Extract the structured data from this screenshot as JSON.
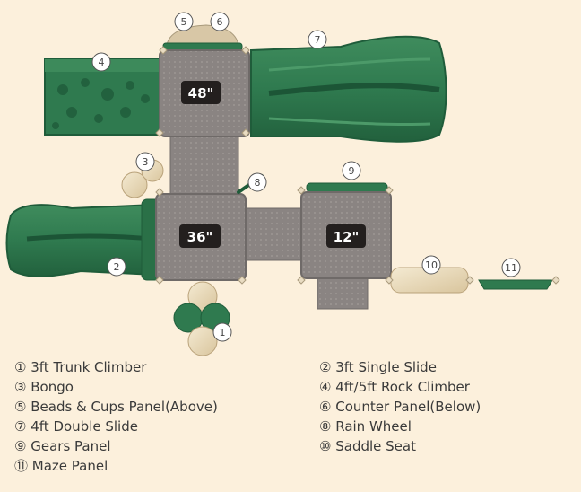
{
  "decks": [
    {
      "label": "48\""
    },
    {
      "label": "36\""
    },
    {
      "label": "12\""
    }
  ],
  "callouts": [
    "1",
    "2",
    "3",
    "4",
    "5",
    "6",
    "7",
    "8",
    "9",
    "10",
    "11"
  ],
  "legend": {
    "items": [
      {
        "mark": "①",
        "text": "3ft Trunk Climber"
      },
      {
        "mark": "②",
        "text": "3ft Single Slide"
      },
      {
        "mark": "③",
        "text": "Bongo"
      },
      {
        "mark": "④",
        "text": "4ft/5ft Rock Climber"
      },
      {
        "mark": "⑤",
        "text": "Beads & Cups Panel(Above)"
      },
      {
        "mark": "⑥",
        "text": "Counter Panel(Below)"
      },
      {
        "mark": "⑦",
        "text": "4ft Double Slide"
      },
      {
        "mark": "⑧",
        "text": "Rain Wheel"
      },
      {
        "mark": "⑨",
        "text": "Gears Panel"
      },
      {
        "mark": "⑩",
        "text": "Saddle Seat"
      },
      {
        "mark": "⑪",
        "text": "Maze Panel"
      }
    ]
  },
  "colors": {
    "background": "#fcf0dc",
    "deck": "#8a8482",
    "slide_green": "#2f7a4f",
    "slide_dark": "#1f5c3a",
    "tan": "#e8d9b8",
    "label_box": "#231f1e"
  }
}
